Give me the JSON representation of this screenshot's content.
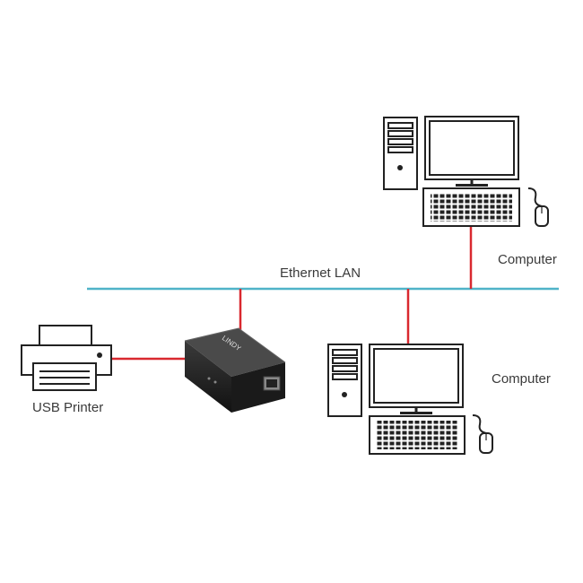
{
  "network": {
    "label": "Ethernet LAN",
    "lan_color": "#4fb3c8",
    "link_color": "#d9282f"
  },
  "printer": {
    "label": "USB Printer"
  },
  "print_server": {
    "brand": "LINDY"
  },
  "computer_top": {
    "label": "Computer"
  },
  "computer_bottom": {
    "label": "Computer"
  }
}
